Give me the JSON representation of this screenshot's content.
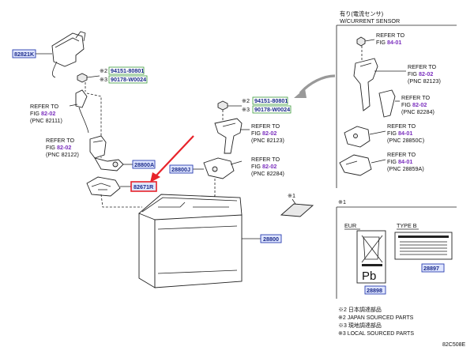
{
  "diagram_id": "82C508E",
  "colors": {
    "highlight": "#e8232a",
    "label_box": "#2b3fb0",
    "label_fill": "#dfe6ff",
    "green_box": "#3a9a3a",
    "purple": "#7b2fbe"
  },
  "part_labels": {
    "p82821K": "82821K",
    "p28800A": "28800A",
    "p82671R": "82671R",
    "p28800J": "28800J",
    "p28800": "28800",
    "p28898": "28898",
    "p28897": "28897"
  },
  "fastener_left": {
    "mark1": "※2",
    "part1": "94151-80801",
    "mark2": "※3",
    "part2": "90178-W0024"
  },
  "fastener_mid": {
    "mark1": "※2",
    "part1": "94151-80801",
    "mark2": "※3",
    "part2": "90178-W0024"
  },
  "refs": {
    "left_top": {
      "l1": "REFER TO",
      "fig_prefix": "FIG ",
      "fig": "82-02",
      "pnc": "(PNC 82111)"
    },
    "left_mid": {
      "l1": "REFER TO",
      "fig_prefix": "FIG ",
      "fig": "82-02",
      "pnc": "(PNC 82122)"
    },
    "mid_a": {
      "l1": "REFER TO",
      "fig_prefix": "FIG ",
      "fig": "82-02",
      "pnc": "(PNC 82123)"
    },
    "mid_b": {
      "l1": "REFER TO",
      "fig_prefix": "FIG ",
      "fig": "82-02",
      "pnc": "(PNC 82284)"
    },
    "right_1": {
      "l1": "REFER TO",
      "fig_prefix": "FIG ",
      "fig": "84-01"
    },
    "right_2": {
      "l1": "REFER TO",
      "fig_prefix": "FIG ",
      "fig": "82-02",
      "pnc": "(PNC 82123)"
    },
    "right_3": {
      "l1": "REFER TO",
      "fig_prefix": "FIG ",
      "fig": "82-02",
      "pnc": "(PNC 82284)"
    },
    "right_4": {
      "l1": "REFER TO",
      "fig_prefix": "FIG ",
      "fig": "84-01",
      "pnc": "(PNC 28850C)"
    },
    "right_5": {
      "l1": "REFER TO",
      "fig_prefix": "FIG ",
      "fig": "84-01",
      "pnc": "(PNC 28859A)"
    }
  },
  "inset_current_sensor": {
    "title_jp": "有り(電流センサ)",
    "title_en": "W/CURRENT SENSOR"
  },
  "inset_labels": {
    "mark": "※1",
    "eur": "EUR",
    "type_b": "TYPE B",
    "pb": "Pb"
  },
  "mark1_near_battery": "※1",
  "notes": [
    "※2 日本調達部品",
    "※2 JAPAN SOURCED PARTS",
    "※3 現地調達部品",
    "※3 LOCAL SOURCED PARTS"
  ]
}
